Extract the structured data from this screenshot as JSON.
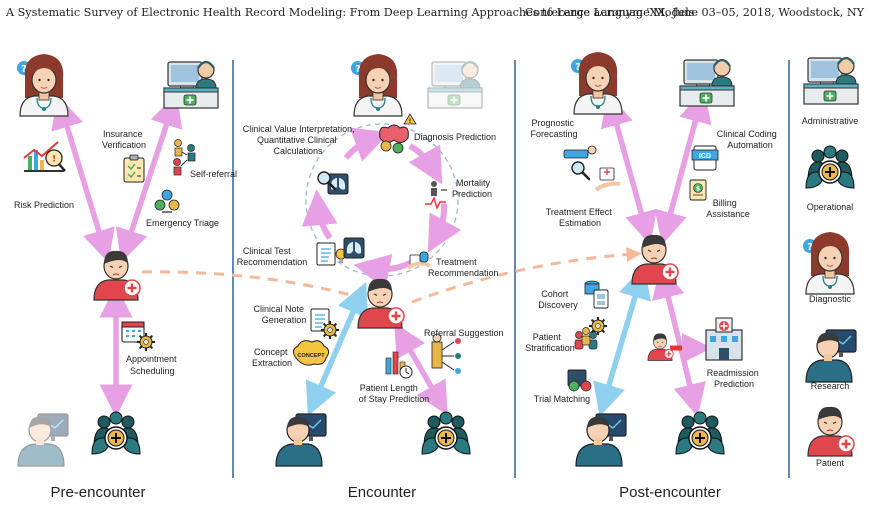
{
  "header": {
    "left": "A Systematic Survey of Electronic Health Record Modeling: From Deep Learning Approaches to Large Language Models",
    "right": "Conference acronym 'XX, June 03–05, 2018, Woodstock, NY"
  },
  "sections": {
    "pre": "Pre-encounter",
    "enc": "Encounter",
    "post": "Post-encounter"
  },
  "pre": {
    "insurance": [
      "Insurance",
      "Verification"
    ],
    "self_referral": "Self-referral",
    "risk": "Risk Prediction",
    "triage": "Emergency Triage",
    "appointment": [
      "Appointment",
      "Scheduling"
    ]
  },
  "enc": {
    "clinical_value": [
      "Clinical Value Interpretation,",
      "Quantitative Clinical",
      "Calculations"
    ],
    "diagnosis": "Diagnosis Prediction",
    "mortality": [
      "Mortality",
      "Prediction"
    ],
    "treatment_rec": [
      "Treatment",
      "Recommendation"
    ],
    "test_rec": [
      "Clinical Test",
      "Recommendation"
    ],
    "note_gen": [
      "Clinical Note",
      "Generation"
    ],
    "concept": [
      "Concept",
      "Extraction"
    ],
    "concept_badge": "CONCEPT",
    "referral": "Referral Suggestion",
    "los": [
      "Patient Length",
      "of Stay Prediction"
    ]
  },
  "post": {
    "prognostic": [
      "Prognostic",
      "Forecasting"
    ],
    "coding": [
      "Clinical Coding",
      "Automation"
    ],
    "coding_badge": "ICD",
    "billing": [
      "Billing",
      "Assistance"
    ],
    "billing_badge": "$",
    "treatment_effect": [
      "Treatment Effect",
      "Estimation"
    ],
    "cohort": [
      "Cohort",
      "Discovery"
    ],
    "stratification": [
      "Patient",
      "Stratification"
    ],
    "trial": "Trial Matching",
    "readmission": [
      "Readmission",
      "Prediction"
    ]
  },
  "legend": {
    "administrative": "Administrative",
    "operational": "Operational",
    "diagnostic": "Diagnostic",
    "research": "Research",
    "patient": "Patient"
  },
  "colors": {
    "pink_arrow": "#e6a0e3",
    "blue_arrow": "#8fd0ee",
    "dashed_path": "#f4b89c",
    "divider": "#3d6b9c",
    "doctor_hair": "#8b3a2b",
    "teal": "#2a7a80",
    "help_red": "#e8333a",
    "help_blue": "#3fa6e0"
  }
}
